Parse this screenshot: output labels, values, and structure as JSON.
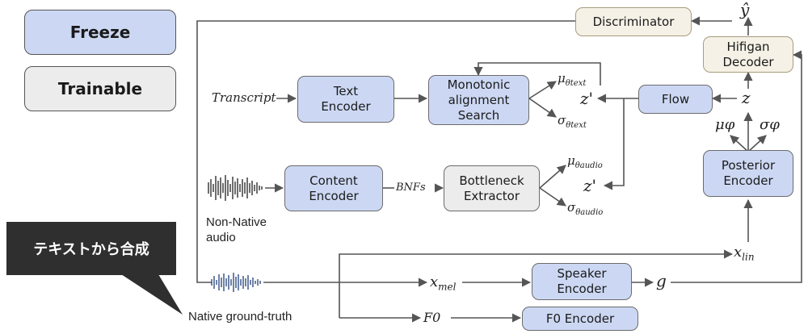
{
  "legend": {
    "freeze": "Freeze",
    "trainable": "Trainable"
  },
  "callout": "テキストから合成",
  "boxes": {
    "discriminator": "Discriminator",
    "hifigan_line1": "Hifigan",
    "hifigan_line2": "Decoder",
    "text_encoder_line1": "Text",
    "text_encoder_line2": "Encoder",
    "mas_line1": "Monotonic",
    "mas_line2": "alignment",
    "mas_line3": "Search",
    "flow": "Flow",
    "content_line1": "Content",
    "content_line2": "Encoder",
    "bottleneck_line1": "Bottleneck",
    "bottleneck_line2": "Extractor",
    "posterior_line1": "Posterior",
    "posterior_line2": "Encoder",
    "speaker_line1": "Speaker",
    "speaker_line2": "Encoder",
    "f0_encoder": "F0 Encoder"
  },
  "labels": {
    "transcript": "Transcript",
    "non_native_line1": "Non-Native",
    "non_native_line2": "audio",
    "native_gt": "Native ground-truth",
    "bnfs": "BNFs",
    "x_mel": "x",
    "x_mel_sub": "mel",
    "x_lin": "x",
    "x_lin_sub": "lin",
    "f0": "F0",
    "g": "g",
    "z": "z",
    "z_prime_text": "z'",
    "z_prime_audio": "z'",
    "y_hat": "ŷ",
    "mu_text": "μ",
    "mu_text_sub": "θtext",
    "sigma_text": "σ",
    "sigma_text_sub": "θtext",
    "mu_audio": "μ",
    "mu_audio_sub": "θaudio",
    "sigma_audio": "σ",
    "sigma_audio_sub": "θaudio",
    "mu_phi": "μφ",
    "sigma_phi": "σφ"
  },
  "colors": {
    "freeze": "#ccd8f3",
    "trainable": "#ececec",
    "discriminator_fill": "#f5f1e6",
    "line": "#555555",
    "callout": "#2f2f2f"
  }
}
